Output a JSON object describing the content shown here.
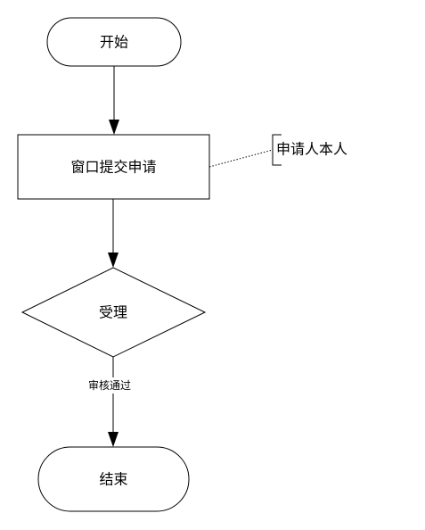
{
  "diagram": {
    "nodes": {
      "start": {
        "label": "开始",
        "shape": "terminator"
      },
      "submit": {
        "label": "窗口提交申请",
        "shape": "process"
      },
      "accept": {
        "label": "受理",
        "shape": "decision"
      },
      "end": {
        "label": "结束",
        "shape": "terminator"
      }
    },
    "edges": [
      {
        "from": "start",
        "to": "submit",
        "label": ""
      },
      {
        "from": "submit",
        "to": "accept",
        "label": ""
      },
      {
        "from": "accept",
        "to": "end",
        "label": "审核通过"
      }
    ],
    "annotation": {
      "attached_to": "submit",
      "label": "申请人本人",
      "line_style": "dotted"
    },
    "colors": {
      "stroke": "#000000",
      "fill": "#ffffff",
      "text": "#000000"
    }
  }
}
